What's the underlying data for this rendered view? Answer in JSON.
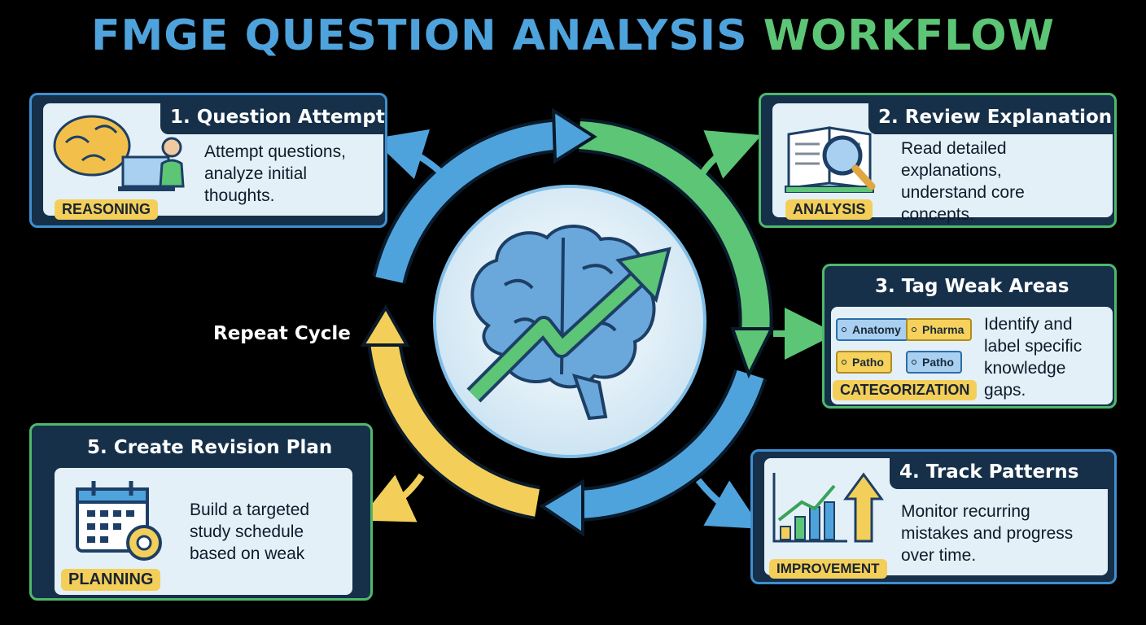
{
  "title": {
    "part1": "FMGE QUESTION ANALYSIS",
    "part2": "WORKFLOW"
  },
  "center": {
    "label": "Repeat Cycle"
  },
  "steps": [
    {
      "title": "1. Question Attempt",
      "desc": [
        "Attempt questions,",
        "analyze initial",
        "thoughts."
      ],
      "badge": "REASONING"
    },
    {
      "title": "2. Review Explanation",
      "desc": [
        "Read detailed",
        "explanations,",
        "understand core",
        "concepts."
      ],
      "badge": "ANALYSIS"
    },
    {
      "title": "3. Tag Weak Areas",
      "desc": [
        "Identify and",
        "label specific",
        "knowledge",
        "gaps."
      ],
      "badge": "CATEGORIZATION",
      "tags": [
        "Anatomy",
        "Pharma",
        "Patho",
        "Patho"
      ]
    },
    {
      "title": "4. Track Patterns",
      "desc": [
        "Monitor recurring",
        "mistakes and progress",
        "over time."
      ],
      "badge": "IMPROVEMENT"
    },
    {
      "title": "5. Create Revision Plan",
      "desc": [
        "Build a targeted",
        "study schedule",
        "based on weak"
      ],
      "badge": "PLANNING"
    }
  ],
  "colors": {
    "blue": "#4fa3dc",
    "green": "#5cc576",
    "yellow": "#f3cf5a",
    "card_bg": "#16304a"
  }
}
